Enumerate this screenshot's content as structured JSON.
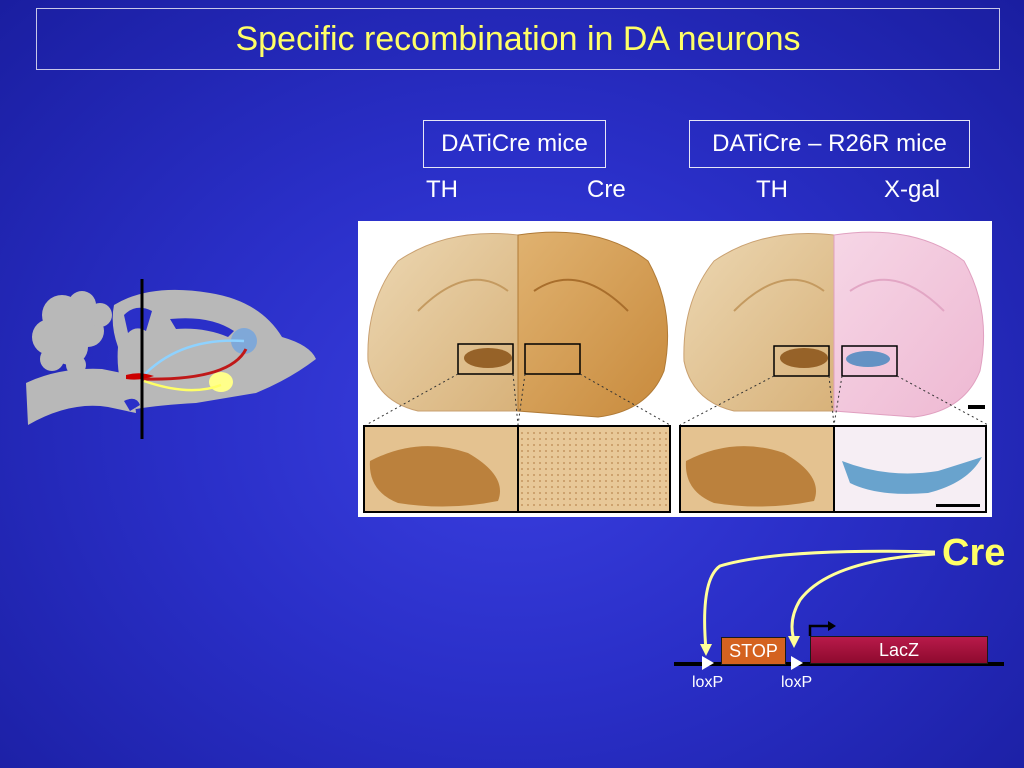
{
  "title": "Specific recombination in DA neurons",
  "groups": [
    {
      "label": "DATiCre mice",
      "columns": [
        "TH",
        "Cre"
      ]
    },
    {
      "label": "DATiCre – R26R mice",
      "columns": [
        "TH",
        "X-gal"
      ]
    }
  ],
  "construct": {
    "recombinase": "Cre",
    "stop_label": "STOP",
    "reporter_label": "LacZ",
    "loxp_left": "loxP",
    "loxp_right": "loxP"
  },
  "colors": {
    "title": "#ffff66",
    "stop": "#d4621f",
    "lacz": "#a01238",
    "arrow": "#ffff99"
  }
}
